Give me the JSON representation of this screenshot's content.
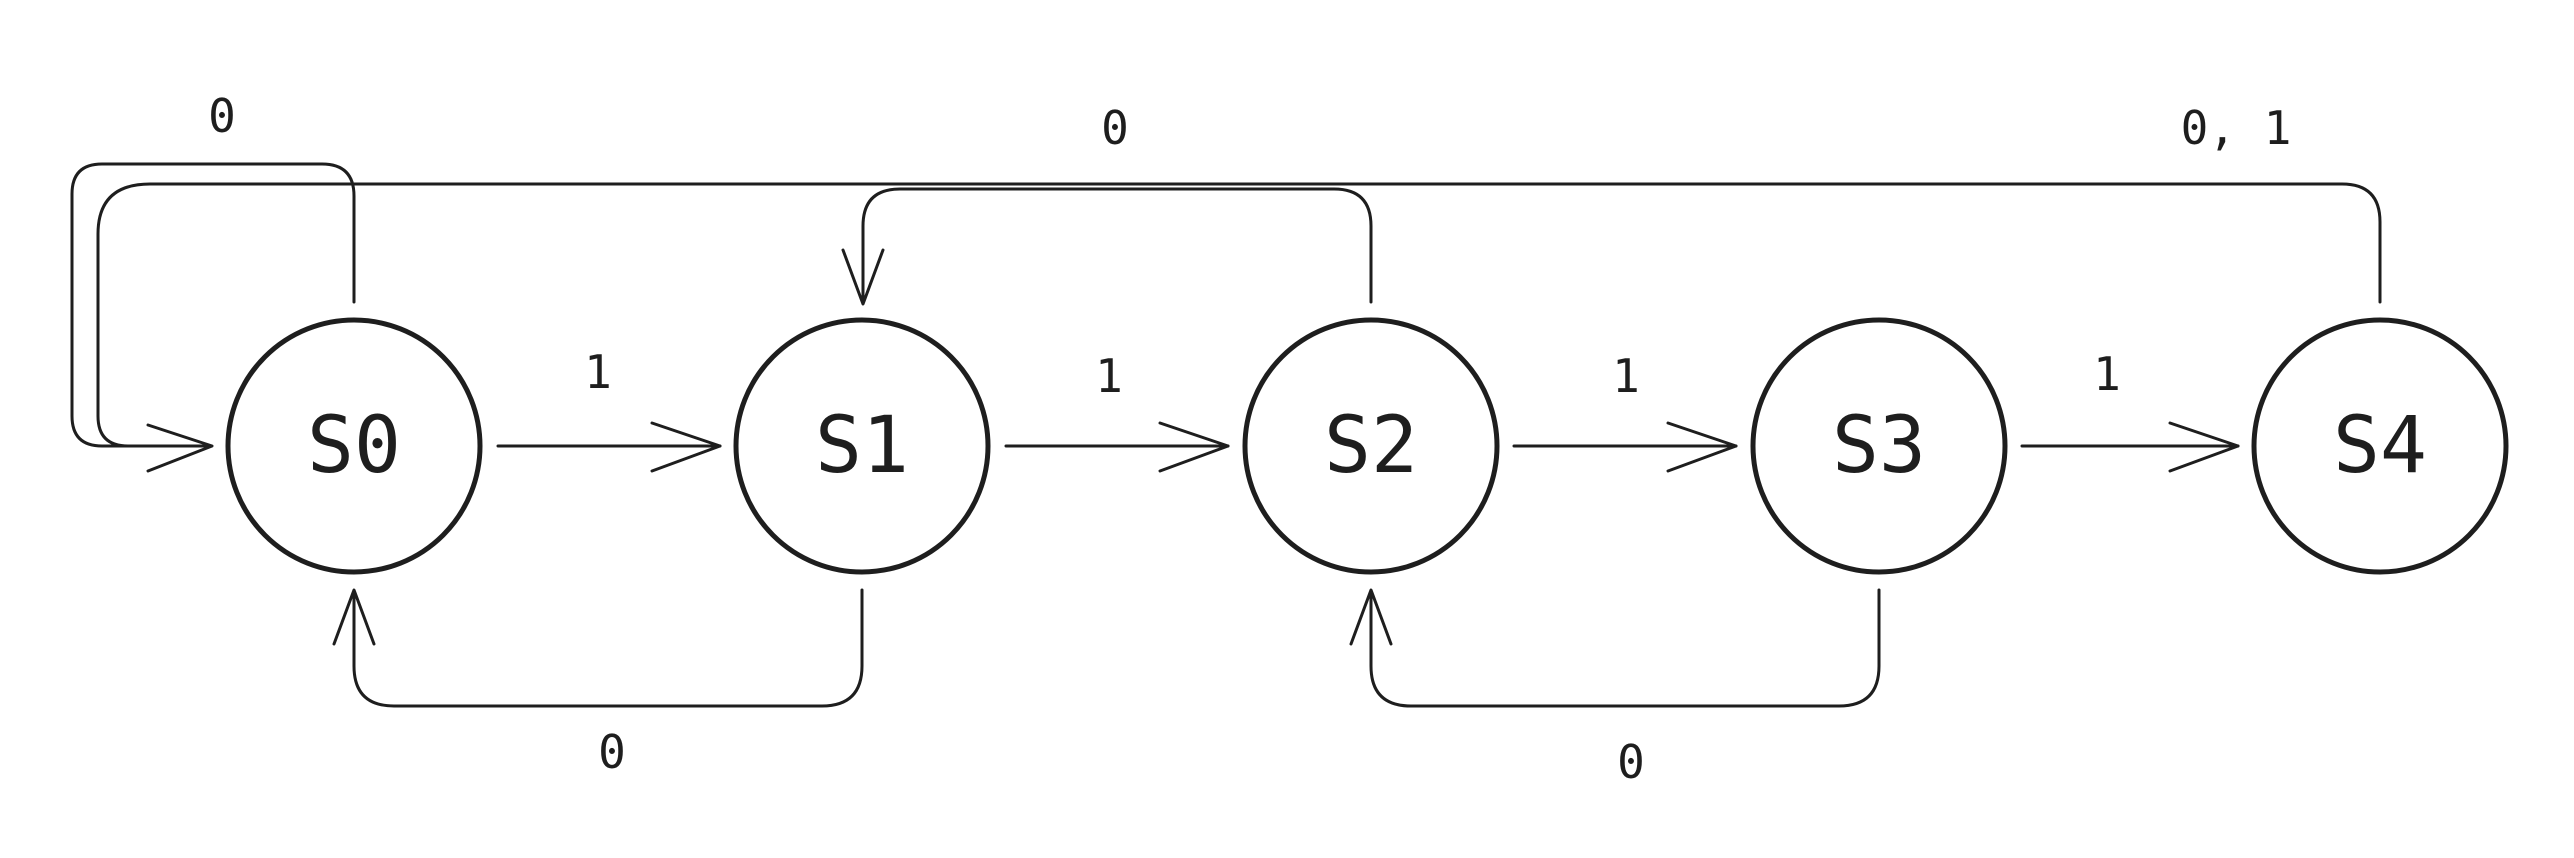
{
  "states": [
    {
      "id": "S0",
      "label": "S0"
    },
    {
      "id": "S1",
      "label": "S1"
    },
    {
      "id": "S2",
      "label": "S2"
    },
    {
      "id": "S3",
      "label": "S3"
    },
    {
      "id": "S4",
      "label": "S4"
    }
  ],
  "transitions": [
    {
      "from": "S0",
      "to": "S0",
      "label": "0"
    },
    {
      "from": "S0",
      "to": "S1",
      "label": "1"
    },
    {
      "from": "S1",
      "to": "S0",
      "label": "0"
    },
    {
      "from": "S1",
      "to": "S2",
      "label": "1"
    },
    {
      "from": "S2",
      "to": "S1",
      "label": "0"
    },
    {
      "from": "S2",
      "to": "S3",
      "label": "1"
    },
    {
      "from": "S3",
      "to": "S2",
      "label": "0"
    },
    {
      "from": "S3",
      "to": "S4",
      "label": "1"
    },
    {
      "from": "S4",
      "to": "S0",
      "label": "0, 1"
    }
  ],
  "colors": {
    "stroke": "#1e1e1e",
    "background": "#ffffff"
  }
}
